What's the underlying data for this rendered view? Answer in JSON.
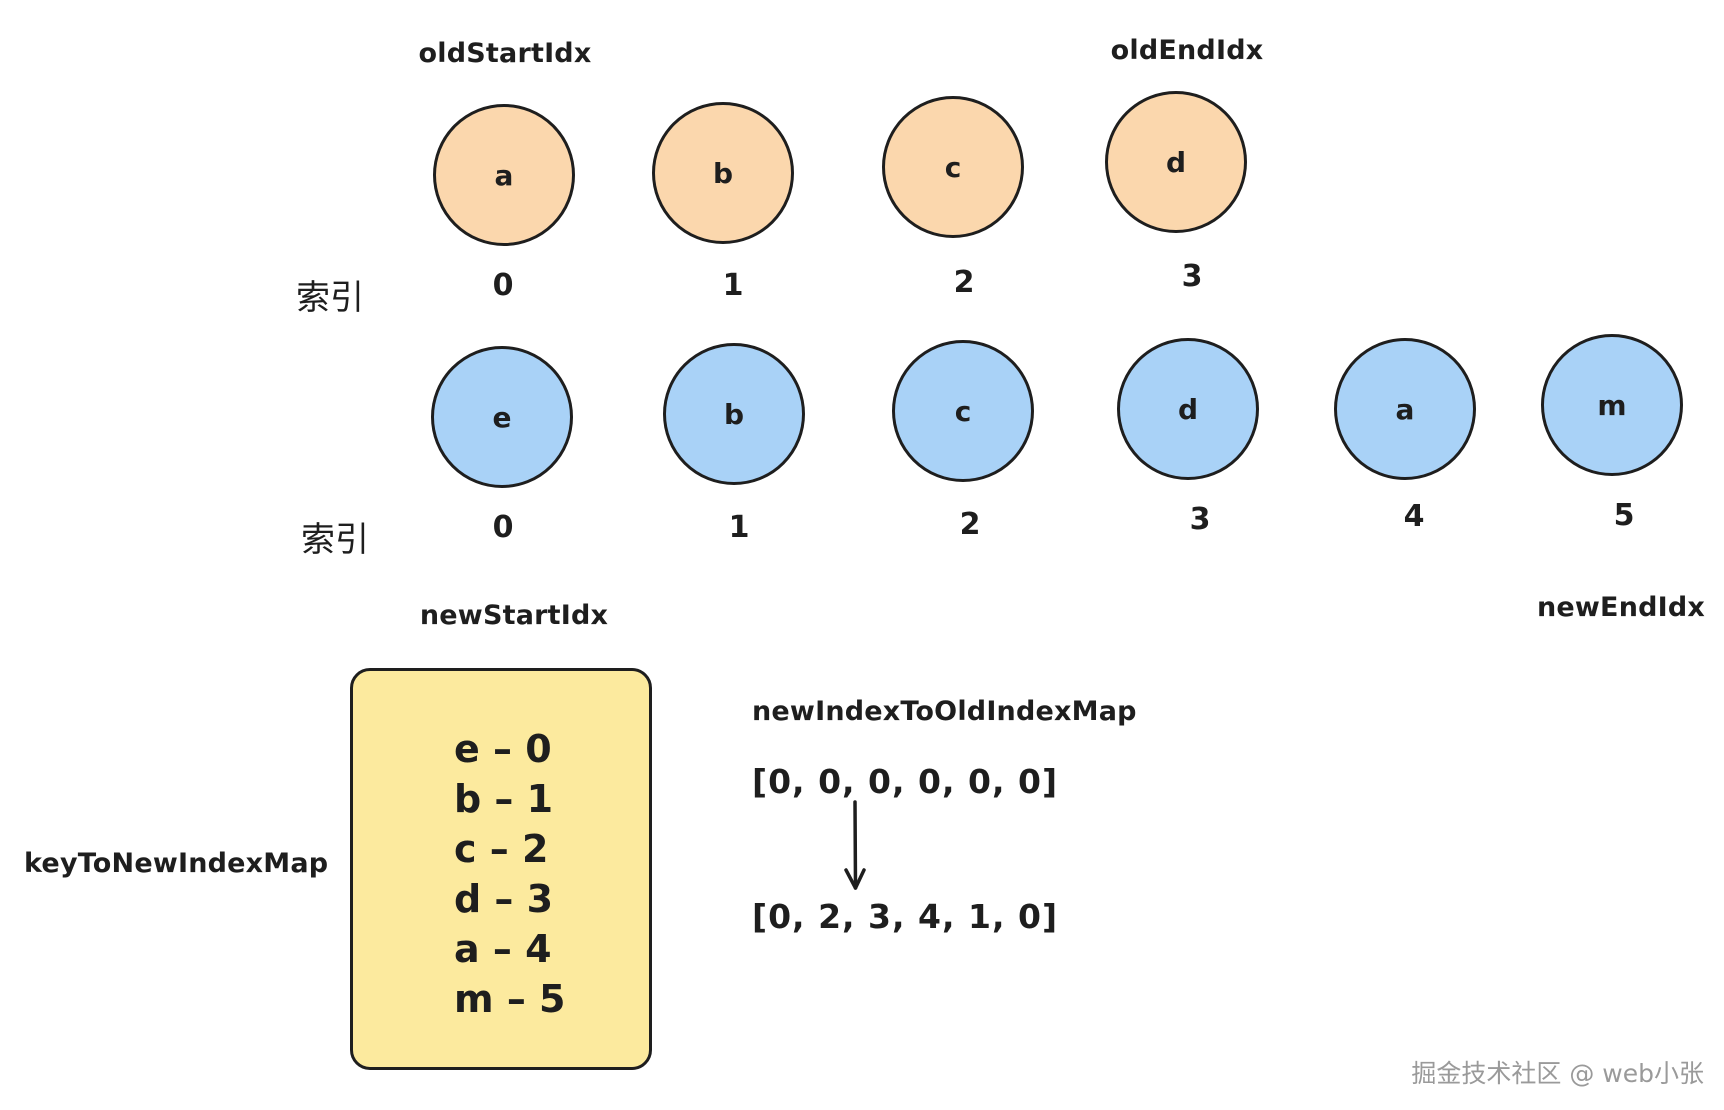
{
  "pointers": {
    "old_start": "oldStartIdx",
    "old_end": "oldEndIdx",
    "new_start": "newStartIdx",
    "new_end": "newEndIdx"
  },
  "row_caption": "索引",
  "old_nodes": [
    {
      "key": "a",
      "index": "0"
    },
    {
      "key": "b",
      "index": "1"
    },
    {
      "key": "c",
      "index": "2"
    },
    {
      "key": "d",
      "index": "3"
    }
  ],
  "new_nodes": [
    {
      "key": "e",
      "index": "0"
    },
    {
      "key": "b",
      "index": "1"
    },
    {
      "key": "c",
      "index": "2"
    },
    {
      "key": "d",
      "index": "3"
    },
    {
      "key": "a",
      "index": "4"
    },
    {
      "key": "m",
      "index": "5"
    }
  ],
  "key_map": {
    "label": "keyToNewIndexMap",
    "entries": [
      "e – 0",
      "b – 1",
      "c – 2",
      "d – 3",
      "a – 4",
      "m – 5"
    ]
  },
  "index_map": {
    "label": "newIndexToOldIndexMap",
    "before": "[0, 0, 0, 0, 0, 0]",
    "after": "[0, 2, 3, 4, 1, 0]"
  },
  "watermark": "掘金技术社区 @ web小张",
  "colors": {
    "old_fill": "#fbd7ad",
    "new_fill": "#a9d2f7",
    "map_fill": "#fcea9e",
    "stroke": "#1e1e1e"
  }
}
